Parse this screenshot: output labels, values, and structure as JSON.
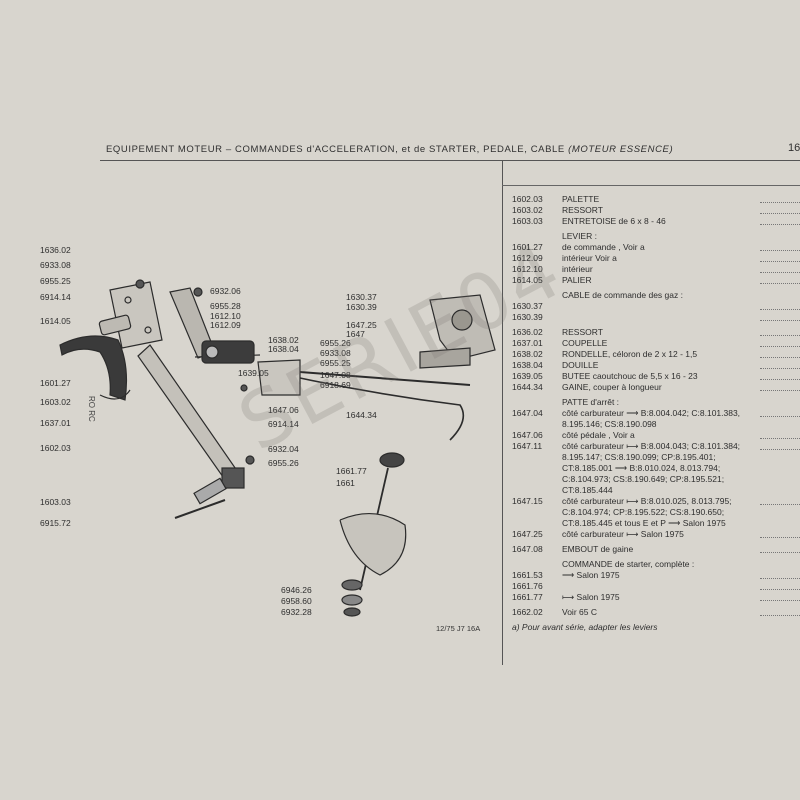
{
  "header": {
    "title_main": "EQUIPEMENT MOTEUR  –  COMMANDES d'ACCELERATION, et de STARTER, PEDALE, CABLE",
    "title_italic": "(MOTEUR ESSENCE)",
    "page_number": "16"
  },
  "diagram": {
    "labels": [
      "1636.02",
      "6933.08",
      "6955.25",
      "6914.14",
      "1614.05",
      "1601.27",
      "1603.02",
      "1637.01",
      "1602.03",
      "1603.03",
      "6915.72",
      "6932.06",
      "6955.28",
      "1612.10",
      "1612.09",
      "1638.02",
      "1638.04",
      "6933.08",
      "6955.25",
      "1647.08",
      "6918.69",
      "1639.05",
      "1647.06",
      "6914.14",
      "6932.04",
      "6955.26",
      "1630.37",
      "1630.39",
      "1647.25",
      "1647",
      "6955.26",
      "1644.34",
      "1661.77",
      "1661",
      "6946.26",
      "6958.60",
      "6932.28"
    ],
    "side_text": "RO RC",
    "caption": "12/75  J7  16A"
  },
  "watermark": "SERIE04",
  "parts": [
    {
      "ref": "1602.03",
      "desc": "PALETTE",
      "icon": "tab-symbol"
    },
    {
      "ref": "1603.02",
      "desc": "RESSORT",
      "icon": "tab-symbol"
    },
    {
      "ref": "1603.03",
      "desc": "ENTRETOISE de 6 x 8 - 46",
      "icon": ""
    },
    {
      "ref": "",
      "desc": "LEVIER :",
      "icon": ""
    },
    {
      "ref": "1601.27",
      "desc": "de commande   , Voir a",
      "icon": ""
    },
    {
      "ref": "1612.09",
      "desc": "intérieur      Voir a",
      "icon": ""
    },
    {
      "ref": "1612.10",
      "desc": "intérieur",
      "icon": ""
    },
    {
      "ref": "1614.05",
      "desc": "PALIER",
      "icon": "tab-symbol"
    },
    {
      "ref": "",
      "desc": "CABLE de commande des gaz :",
      "icon": ""
    },
    {
      "ref": "1630.37",
      "desc": "",
      "icon": "tab-symbol"
    },
    {
      "ref": "1630.39",
      "desc": "",
      "icon": "tab-symbol"
    },
    {
      "ref": "1636.02",
      "desc": "RESSORT",
      "icon": ""
    },
    {
      "ref": "1637.01",
      "desc": "COUPELLE",
      "icon": ""
    },
    {
      "ref": "1638.02",
      "desc": "RONDELLE, céloron de 2 x 12 - 1,5",
      "icon": ""
    },
    {
      "ref": "1638.04",
      "desc": "DOUILLE",
      "icon": ""
    },
    {
      "ref": "1639.05",
      "desc": "BUTEE caoutchouc de 5,5 x 16 - 23",
      "icon": ""
    },
    {
      "ref": "1644.34",
      "desc": "GAINE, couper à longueur",
      "icon": ""
    },
    {
      "ref": "",
      "desc": "PATTE d'arrêt :",
      "icon": ""
    },
    {
      "ref": "1647.04",
      "desc": "côté carburateur ⟶ B:8.004.042; C:8.101.383,",
      "icon": ""
    },
    {
      "ref": "",
      "desc": "8.195.146; CS:8.190.098",
      "icon": ""
    },
    {
      "ref": "1647.06",
      "desc": "côté pédale    , Voir a",
      "icon": ""
    },
    {
      "ref": "1647.11",
      "desc": "côté carburateur ⟼ B:8.004.043; C:8.101.384;",
      "icon": ""
    },
    {
      "ref": "",
      "desc": "8.195.147; CS:8.190.099; CP:8.195.401;",
      "icon": ""
    },
    {
      "ref": "",
      "desc": "CT:8.185.001 ⟶ B:8.010.024, 8.013.794;",
      "icon": ""
    },
    {
      "ref": "",
      "desc": "C:8.104.973; CS:8.190.649; CP:8.195.521;",
      "icon": ""
    },
    {
      "ref": "",
      "desc": "CT:8.185.444",
      "icon": ""
    },
    {
      "ref": "1647.15",
      "desc": "côté carburateur ⟼ B:8.010.025, 8.013.795;",
      "icon": ""
    },
    {
      "ref": "",
      "desc": "C:8.104.974; CP:8.195.522; CS:8.190.650;",
      "icon": ""
    },
    {
      "ref": "",
      "desc": "CT:8.185.445 et tous E et P ⟶ Salon 1975",
      "icon": ""
    },
    {
      "ref": "1647.25",
      "desc": "côté carburateur ⟼ Salon 1975",
      "icon": ""
    },
    {
      "ref": "1647.08",
      "desc": "EMBOUT de gaine",
      "icon": ""
    },
    {
      "ref": "",
      "desc": "COMMANDE de starter, complète :",
      "icon": ""
    },
    {
      "ref": "1661.53",
      "desc": "⟶ Salon 1975",
      "icon": ""
    },
    {
      "ref": "1661.76",
      "desc": "",
      "icon": ""
    },
    {
      "ref": "1661.77",
      "desc": "⟼ Salon 1975",
      "icon": ""
    },
    {
      "ref": "1662.02",
      "desc": "Voir 65 C",
      "icon": ""
    }
  ],
  "footnote": "a) Pour avant série, adapter les leviers"
}
